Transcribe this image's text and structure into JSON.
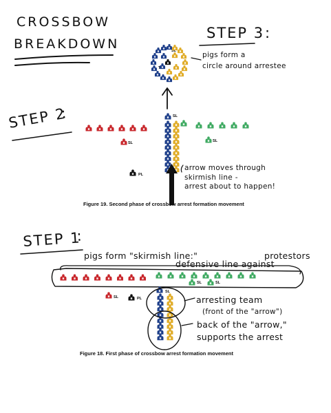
{
  "title": {
    "line1": "CROSSBOW",
    "line2": "BREAKDOWN"
  },
  "steps": {
    "step3": "STEP 3",
    "step2": "STEP 2",
    "step1": "STEP 1"
  },
  "notes": {
    "circle_1": "pigs form a",
    "circle_2": "circle around arrestee",
    "arrow_1": "arrow moves through",
    "arrow_2": "skirmish line -",
    "arrow_3": "arrest about to happen!",
    "skirmish_1": "pigs form \"skirmish line:\"",
    "skirmish_2": "defensive line against",
    "skirmish_3": "protestors",
    "team_1": "arresting team",
    "team_2": "(front of the \"arrow\")",
    "back_1": "back of the \"arrow,\"",
    "back_2": "supports the arrest"
  },
  "labels": {
    "sl": "SL",
    "pl": "PL",
    "ts": "TS"
  },
  "captions": {
    "fig19": "Figure 19. Second phase of crossbow arrest formation movement",
    "fig18": "Figure 18. First phase of crossbow arrest formation movement"
  },
  "colors": {
    "red": "#c8262b",
    "blue": "#1e3f8a",
    "yellow": "#e0ac28",
    "green": "#3faa62",
    "black": "#111111"
  },
  "icons": {
    "officer": "police-officer-icon",
    "leader": "platoon-leader-icon"
  }
}
